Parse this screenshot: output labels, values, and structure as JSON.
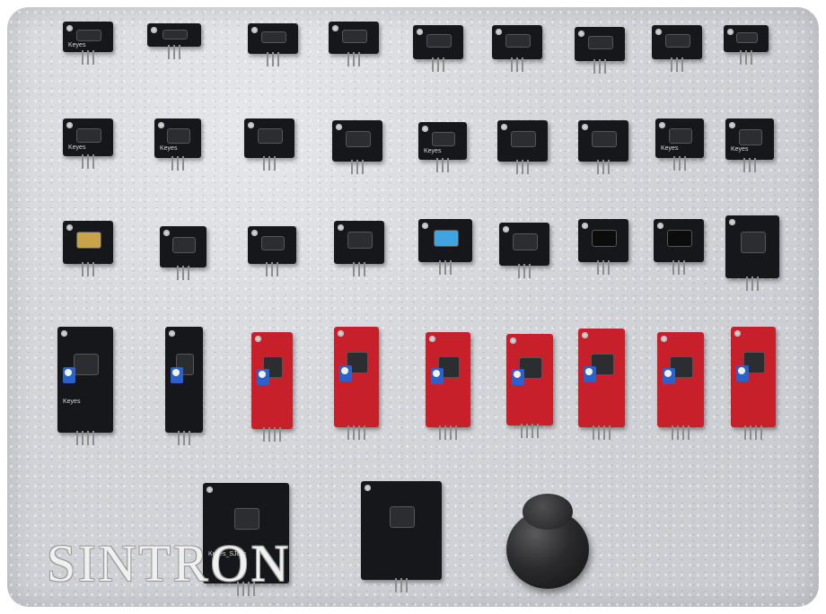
{
  "watermark": "SINTRON",
  "colors": {
    "board_black": "#15171a",
    "board_red": "#c8202a",
    "pot_blue": "#2a62c9",
    "background": "#d4d6da"
  },
  "modules": [
    {
      "name": "rgb-led-module",
      "color": "black",
      "label": "Keyes"
    },
    {
      "name": "tilt-switch-module",
      "color": "black",
      "label": ""
    },
    {
      "name": "led-module",
      "color": "black",
      "label": ""
    },
    {
      "name": "mercury-tilt-module",
      "color": "black",
      "label": ""
    },
    {
      "name": "magic-cup-module",
      "color": "black",
      "label": ""
    },
    {
      "name": "light-blocking-module",
      "color": "black",
      "label": ""
    },
    {
      "name": "flame-sensor-module",
      "color": "black",
      "label": ""
    },
    {
      "name": "reed-sensor-module",
      "color": "black",
      "label": ""
    },
    {
      "name": "two-color-led-module",
      "color": "black",
      "label": ""
    },
    {
      "name": "smd-rgb-module",
      "color": "black",
      "label": "Keyes"
    },
    {
      "name": "button-module",
      "color": "black",
      "label": "Keyes"
    },
    {
      "name": "tilt-blue-module",
      "color": "black",
      "label": ""
    },
    {
      "name": "photoresistor-module",
      "color": "black",
      "label": ""
    },
    {
      "name": "ir-receiver-module",
      "color": "black",
      "label": "Keyes"
    },
    {
      "name": "temperature-module",
      "color": "black",
      "label": ""
    },
    {
      "name": "hall-sensor-module",
      "color": "black",
      "label": ""
    },
    {
      "name": "tap-module",
      "color": "black",
      "label": "Keyes"
    },
    {
      "name": "ir-led-module",
      "color": "black",
      "label": "Keyes"
    },
    {
      "name": "laser-module",
      "color": "black",
      "label": ""
    },
    {
      "name": "light-cup-module",
      "color": "black",
      "label": ""
    },
    {
      "name": "analog-hall-module",
      "color": "black",
      "label": ""
    },
    {
      "name": "shock-module",
      "color": "black",
      "label": ""
    },
    {
      "name": "dht11-module",
      "color": "black",
      "label": ""
    },
    {
      "name": "light-barrier-module",
      "color": "black",
      "label": ""
    },
    {
      "name": "passive-buzzer-module",
      "color": "black",
      "label": ""
    },
    {
      "name": "active-buzzer-module",
      "color": "black",
      "label": ""
    },
    {
      "name": "rotary-encoder-module",
      "color": "black",
      "label": ""
    },
    {
      "name": "obstacle-avoid-module",
      "color": "black",
      "label": "Keyes"
    },
    {
      "name": "tracking-module",
      "color": "black",
      "label": ""
    },
    {
      "name": "big-sound-module",
      "color": "red",
      "label": ""
    },
    {
      "name": "digital-reed-module",
      "color": "red",
      "label": ""
    },
    {
      "name": "digital-temp-module",
      "color": "red",
      "label": ""
    },
    {
      "name": "linear-hall-module",
      "color": "red",
      "label": ""
    },
    {
      "name": "small-sound-module",
      "color": "red",
      "label": ""
    },
    {
      "name": "metal-touch-module",
      "color": "red",
      "label": ""
    },
    {
      "name": "flame-red-module",
      "color": "red",
      "label": ""
    },
    {
      "name": "joystick-module",
      "color": "black",
      "label": "Keyes_SJoys"
    },
    {
      "name": "relay-module",
      "color": "black",
      "label": ""
    },
    {
      "name": "joystick-cap",
      "color": "cap",
      "label": ""
    }
  ]
}
